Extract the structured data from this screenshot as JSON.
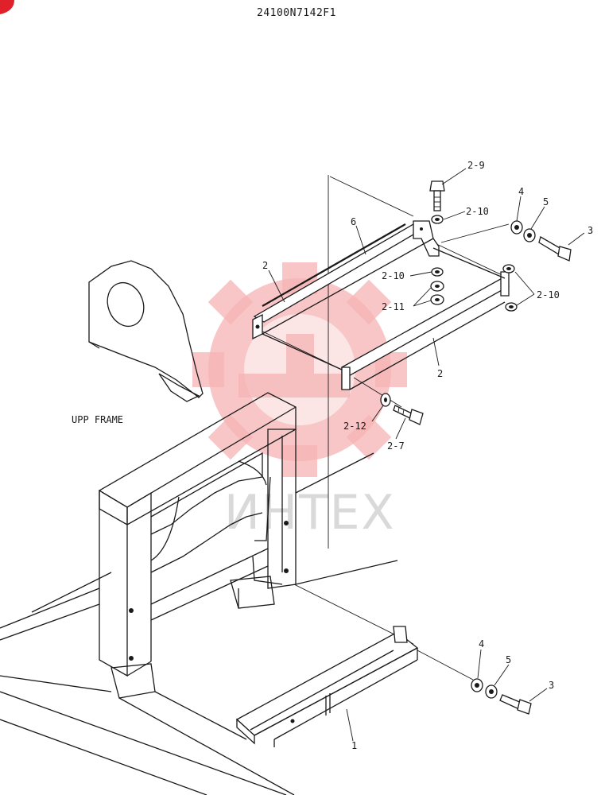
{
  "header": {
    "drawing_number": "24100N7142F1"
  },
  "annotations": {
    "frame_label": "UPP FRAME"
  },
  "watermark": {
    "text": "ИНТЕХ",
    "color": "#f6b3b3"
  },
  "colors": {
    "ink": "#1a1a1a",
    "corner_mark": "#e0202a"
  },
  "callouts": [
    {
      "id": "c-2-9",
      "text": "2-9"
    },
    {
      "id": "c-2-10-top",
      "text": "2-10"
    },
    {
      "id": "c-4-top",
      "text": "4"
    },
    {
      "id": "c-5-top",
      "text": "5"
    },
    {
      "id": "c-3-top",
      "text": "3"
    },
    {
      "id": "c-6",
      "text": "6"
    },
    {
      "id": "c-2-left",
      "text": "2"
    },
    {
      "id": "c-2-10-mid",
      "text": "2-10"
    },
    {
      "id": "c-2-11",
      "text": "2-11"
    },
    {
      "id": "c-2-10-right",
      "text": "2-10"
    },
    {
      "id": "c-2-lower",
      "text": "2"
    },
    {
      "id": "c-2-12",
      "text": "2-12"
    },
    {
      "id": "c-2-7",
      "text": "2-7"
    },
    {
      "id": "c-4-bottom",
      "text": "4"
    },
    {
      "id": "c-5-bottom",
      "text": "5"
    },
    {
      "id": "c-3-bottom",
      "text": "3"
    },
    {
      "id": "c-1",
      "text": "1"
    }
  ]
}
